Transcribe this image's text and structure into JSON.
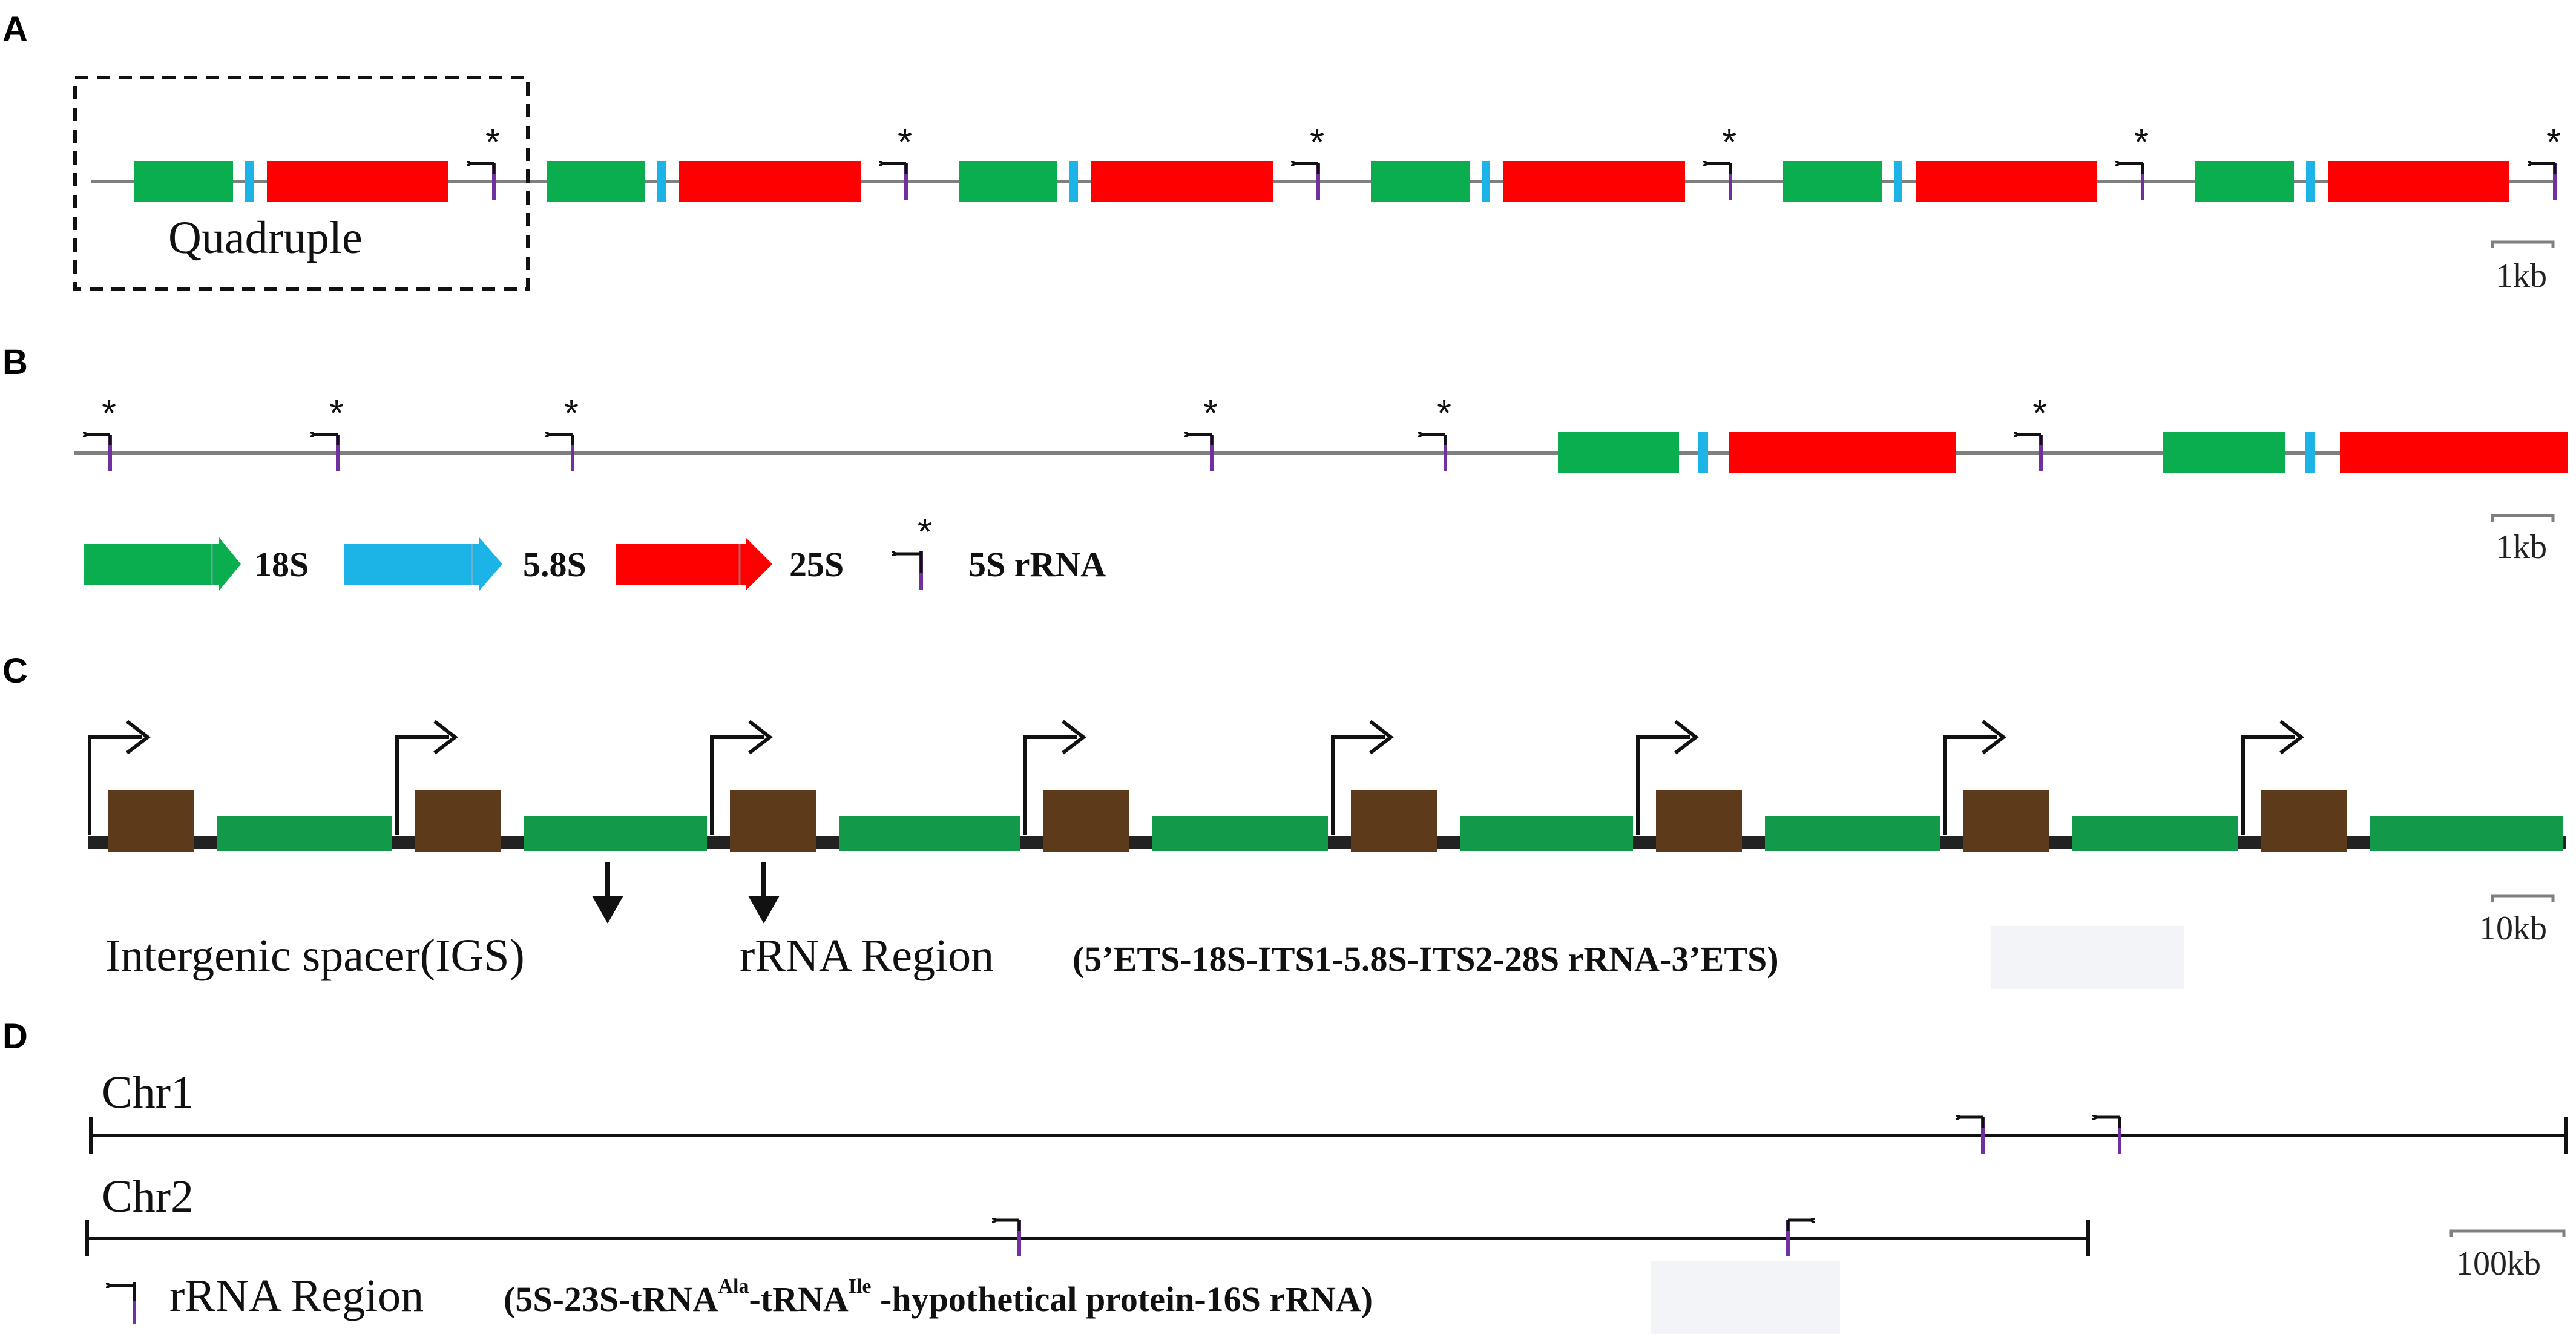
{
  "colors": {
    "s18": "#0aae4f",
    "s58": "#1cb3e6",
    "s25": "#ff0000",
    "s5": "#7030a0",
    "brown": "#5c3a1a",
    "green_c": "#13994a",
    "line": "#7f7f7f"
  },
  "panels": {
    "a": {
      "letter": "A",
      "box_label": "Quadruple",
      "scale": "1kb"
    },
    "b": {
      "letter": "B",
      "scale": "1kb",
      "legend": {
        "s18": "18S",
        "s58": "5.8S",
        "s25": "25S",
        "s5": "5S rRNA"
      }
    },
    "c": {
      "letter": "C",
      "scale": "10kb",
      "igs": "Intergenic spacer(IGS)",
      "rrna_main": "rRNA Region",
      "rrna_sub": "(5’ETS-18S-ITS1-5.8S-ITS2-28S rRNA-3’ETS)"
    },
    "d": {
      "letter": "D",
      "chr1": "Chr1",
      "chr2": "Chr2",
      "scale": "100kb",
      "rrna_main": "rRNA Region",
      "rrna_sub1": "(5S-23S-tRNA",
      "sup1": "Ala",
      "rrna_sub2": "-tRNA",
      "sup2": "Ile",
      "rrna_sub3": " -hypothetical protein-16S rRNA)"
    }
  },
  "star": "*"
}
